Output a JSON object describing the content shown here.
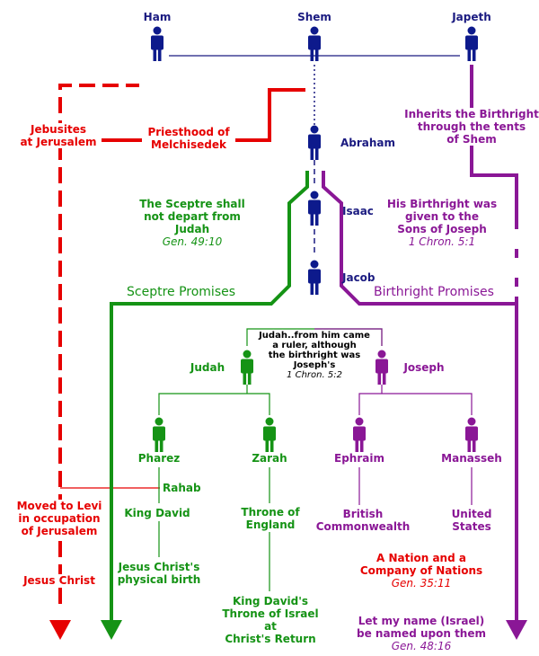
{
  "colors": {
    "blue": "#0d1a8c",
    "red": "#e60000",
    "green": "#159315",
    "purple": "#8a1796"
  },
  "people": {
    "ham": "Ham",
    "shem": "Shem",
    "japeth": "Japeth",
    "abraham": "Abraham",
    "isaac": "Isaac",
    "jacob": "Jacob",
    "judah": "Judah",
    "joseph": "Joseph",
    "pharez": "Pharez",
    "zarah": "Zarah",
    "ephraim": "Ephraim",
    "manasseh": "Manasseh"
  },
  "notes": {
    "jebusites": [
      "Jebusites",
      "at Jerusalem"
    ],
    "priesthood": [
      "Priesthood of",
      "Melchisedek"
    ],
    "birthright_inherit": [
      "Inherits the Birthright",
      "through the tents",
      "of Shem"
    ],
    "sceptre_text": [
      "The Sceptre shall",
      "not depart from",
      "Judah"
    ],
    "sceptre_ref": "Gen. 49:10",
    "birthright_given": [
      "His Birthright was",
      "given to the",
      "Sons of Joseph"
    ],
    "birthright_ref": "1 Chron. 5:1",
    "sceptre_promises": "Sceptre Promises",
    "birthright_promises": "Birthright Promises",
    "judah_ruler": [
      "Judah..from him came",
      "a ruler, although",
      "the birthright was",
      "Joseph's"
    ],
    "judah_ruler_ref": "1 Chron. 5:2",
    "rahab": "Rahab",
    "moved_levi": [
      "Moved to Levi",
      "in occupation",
      "of Jerusalem"
    ],
    "jesus_christ": "Jesus Christ",
    "king_david": "King David",
    "jesus_physical": [
      "Jesus Christ's",
      "physical birth"
    ],
    "throne_england": [
      "Throne of",
      "England"
    ],
    "throne_israel": [
      "King David's",
      "Throne of Israel",
      "at",
      "Christ's Return"
    ],
    "british": [
      "British",
      "Commonwealth"
    ],
    "united_states": [
      "United",
      "States"
    ],
    "nation_company": [
      "A Nation and a",
      "Company of Nations"
    ],
    "nation_ref": "Gen. 35:11",
    "name_israel": [
      "Let my name (Israel)",
      "be named upon them"
    ],
    "name_ref": "Gen. 48:16"
  }
}
